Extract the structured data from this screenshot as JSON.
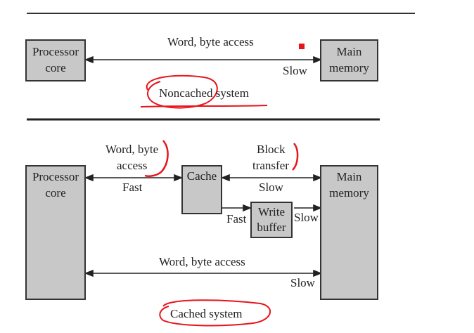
{
  "top": {
    "processor_label": [
      "Processor",
      "core"
    ],
    "memory_label": [
      "Main",
      "memory"
    ],
    "access_label": "Word, byte access",
    "slow_label": "Slow",
    "caption": "Noncached system"
  },
  "bottom": {
    "processor_label": [
      "Processor",
      "core"
    ],
    "memory_label": [
      "Main",
      "memory"
    ],
    "cache_label": "Cache",
    "write_buffer_label": [
      "Write",
      "buffer"
    ],
    "word_byte_access_label": [
      "Word, byte",
      "access"
    ],
    "fast_label": "Fast",
    "block_transfer_label": [
      "Block",
      "transfer"
    ],
    "slow_label": "Slow",
    "fast_wb_label": "Fast",
    "slow_wb_label": "Slow",
    "direct_access_label": "Word, byte access",
    "direct_slow_label": "Slow",
    "caption": "Cached system"
  },
  "colors": {
    "box_fill": "#c8c8c8",
    "box_border": "#333333",
    "annotation": "#e8141c"
  }
}
